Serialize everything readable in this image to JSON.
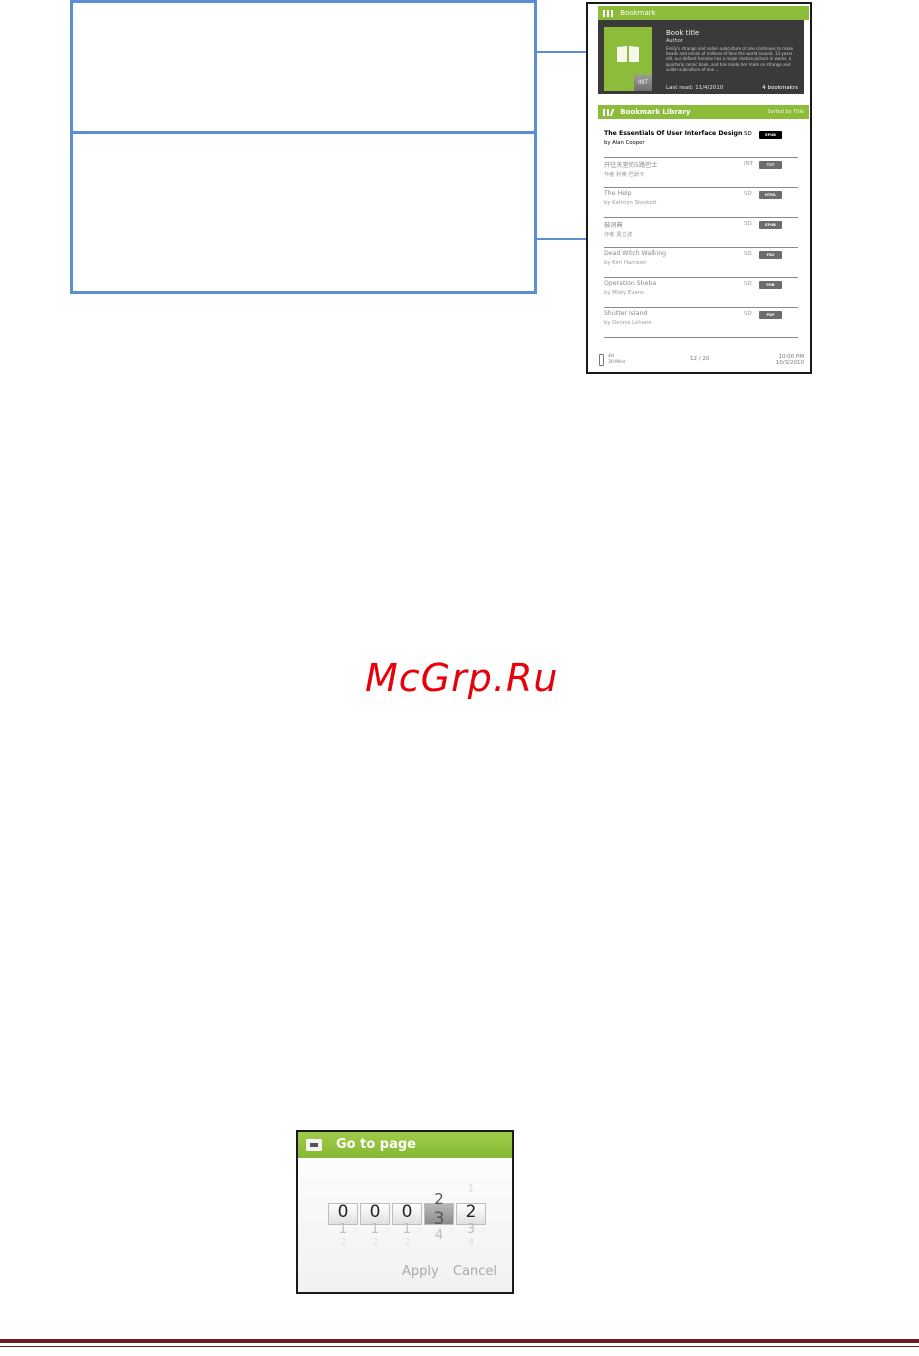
{
  "bookmark": {
    "header": "Bookmark",
    "cover_badge": "INT",
    "title": "Book title",
    "author": "Author",
    "description": "Emily's strange and sullen subculture of one continues to make heads and minds of millions of fans the world around. 13 years old, our defiant heroine has a major motion picture in works, a quarterly comic book, and has made her mark on strange and sullen subculture of one ...",
    "last_read": "Last read: 11/4/2010",
    "bookmarks": "4 bookmakrs"
  },
  "library": {
    "header": "Bookmark Library",
    "sorted_by": "Sorted by Title",
    "books": [
      {
        "title": "The Essentials Of User Interface Design",
        "author": "by Alan Cooper",
        "source": "SD",
        "format": "EPUB"
      },
      {
        "title": "开往天堂的5路巴士",
        "author": "作者 利奥·巴斯卡",
        "source": "INT",
        "format": "TXT"
      },
      {
        "title": "The Help",
        "author": "by Kathryn Stockett",
        "source": "SD",
        "format": "HTML"
      },
      {
        "title": "鼓词典",
        "author": "作者 周立波",
        "source": "SD",
        "format": "EPUB"
      },
      {
        "title": "Dead Witch Walking",
        "author": "by  Kim Harrison",
        "source": "SD",
        "format": "FB2"
      },
      {
        "title": "Operation Sheba",
        "author": "by Misty Evans",
        "source": "SD",
        "format": "PDB"
      },
      {
        "title": "Shutter Island",
        "author": "by Dennis Lehane",
        "source": "SD",
        "format": "PDF"
      }
    ]
  },
  "status": {
    "battery_hours": "4H",
    "battery_mins": "30 Mins",
    "page": "12 / 20",
    "time": "10:00 PM",
    "date": "10/3/2010"
  },
  "watermark": "McGrp.Ru",
  "goto_dialog": {
    "title": "Go to page",
    "dials": [
      {
        "current": "0",
        "next": "1",
        "next2": "2"
      },
      {
        "current": "0",
        "next": "1",
        "next2": "2"
      },
      {
        "current": "0",
        "next": "1",
        "next2": "2"
      },
      {
        "prev": "2",
        "current": "3",
        "next": "4"
      },
      {
        "prev": "1",
        "current": "2",
        "next": "3",
        "next2": "4"
      }
    ],
    "apply": "Apply",
    "cancel": "Cancel"
  }
}
